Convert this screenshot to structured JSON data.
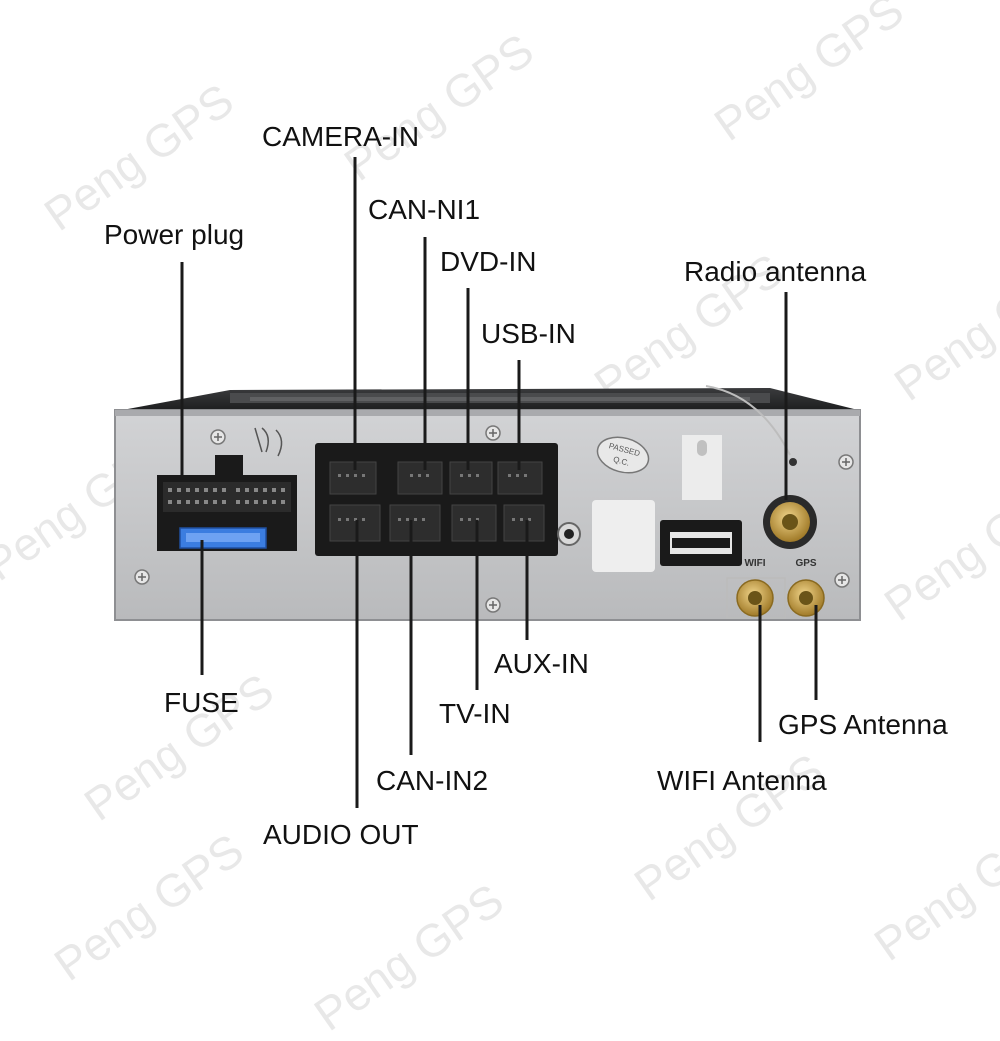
{
  "watermark": "Peng GPS",
  "labels": {
    "camera_in": "CAMERA-IN",
    "can_ni1": "CAN-NI1",
    "power_plug": "Power plug",
    "dvd_in": "DVD-IN",
    "usb_in": "USB-IN",
    "radio_antenna": "Radio antenna",
    "fuse": "FUSE",
    "aux_in": "AUX-IN",
    "tv_in": "TV-IN",
    "gps_antenna": "GPS Antenna",
    "can_in2": "CAN-IN2",
    "wifi_antenna": "WIFI Antenna",
    "audio_out": "AUDIO OUT"
  },
  "device_markings": {
    "qc_stamp_top": "PASSED",
    "qc_stamp_bottom": "Q.C.",
    "wifi_port": "WIFI",
    "gps_port": "GPS"
  },
  "colors": {
    "panel": "#c4c5c7",
    "panel_dark": "#9fa1a4",
    "connector": "#1a1a1a",
    "fuse": "#3b7de0",
    "sma_gold": "#c9a24a"
  }
}
